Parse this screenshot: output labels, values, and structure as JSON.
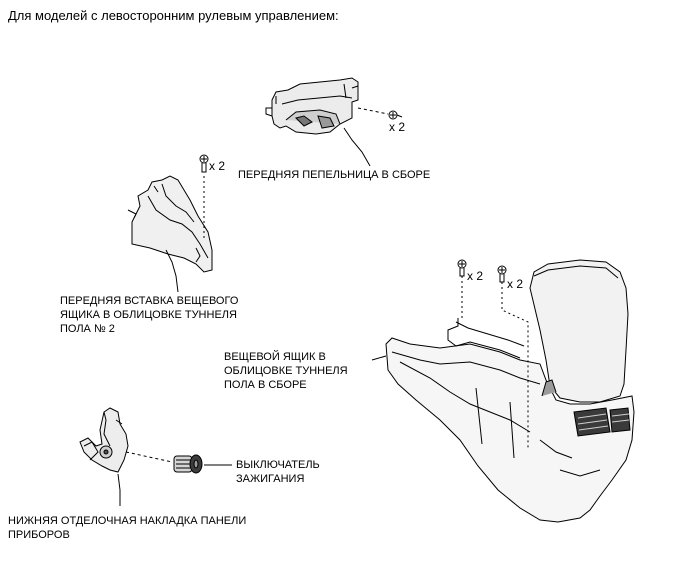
{
  "heading": "Для моделей с левосторонним рулевым управлением:",
  "labels": {
    "ashtray": "ПЕРЕДНЯЯ ПЕПЕЛЬНИЦА В СБОРЕ",
    "insert": [
      "ПЕРЕДНЯЯ ВСТАВКА ВЕЩЕВОГО",
      "ЯЩИКА В ОБЛИЦОВКЕ ТУННЕЛЯ",
      "ПОЛА № 2"
    ],
    "console_box": [
      "ВЕЩЕВОЙ ЯЩИК В",
      "ОБЛИЦОВКЕ ТУННЕЛЯ",
      "ПОЛА В СБОРЕ"
    ],
    "ignition_switch": [
      "ВЫКЛЮЧАТЕЛЬ",
      "ЗАЖИГАНИЯ"
    ],
    "lower_panel": [
      "НИЖНЯЯ ОТДЕЛОЧНАЯ НАКЛАДКА ПАНЕЛИ",
      "ПРИБОРОВ"
    ]
  },
  "fastener_counts": {
    "ashtray_screws": "x 2",
    "insert_screws": "x 2",
    "box_screw_left": "x 2",
    "box_screw_right": "x 2"
  }
}
